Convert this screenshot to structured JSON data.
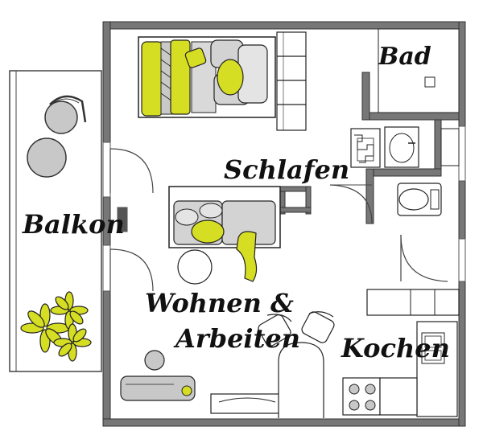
{
  "plan": {
    "rooms": {
      "bad": "Bad",
      "schlafen": "Schlafen",
      "balkon": "Balkon",
      "wohnen": "Wohnen &",
      "arbeiten": "Arbeiten",
      "kochen": "Kochen"
    },
    "colors": {
      "wall": "#777777",
      "wall_dark": "#4a4a4a",
      "accent": "#d6de23",
      "furniture": "#c7c7c7",
      "line": "#222222",
      "floor": "#ffffff"
    }
  }
}
